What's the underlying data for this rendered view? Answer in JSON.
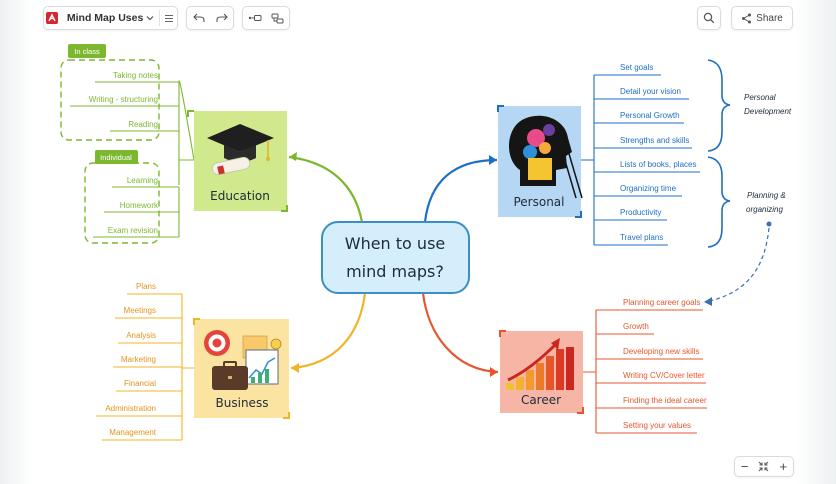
{
  "toolbar": {
    "doc_title": "Mind Map Uses",
    "share_label": "Share",
    "icons": [
      "app-logo-icon",
      "chevron-down-icon",
      "hamburger-menu-icon",
      "undo-icon",
      "redo-icon",
      "insert-node-icon",
      "layout-icon",
      "search-icon",
      "share-icon"
    ]
  },
  "zoom_controls": {
    "minus": "−",
    "fit": "fit-icon",
    "plus": "+"
  },
  "mindmap": {
    "center": {
      "line1": "When to use",
      "line2": "mind maps?"
    },
    "education": {
      "title": "Education",
      "group1_label": "In class",
      "group1_items": [
        "Taking notes",
        "Writing - structuring",
        "Reading"
      ],
      "group2_label": "Individual",
      "group2_items": [
        "Learning",
        "Homework",
        "Exam revision"
      ]
    },
    "personal": {
      "title": "Personal",
      "items": [
        "Set goals",
        "Detail your vision",
        "Personal Growth",
        "Strengths and skills",
        "Lists of books, places",
        "Organizing time",
        "Productivity",
        "Travel plans"
      ],
      "bracket1_label_line1": "Personal",
      "bracket1_label_line2": "Development",
      "bracket2_label_line1": "Planning &",
      "bracket2_label_line2": "organizing"
    },
    "business": {
      "title": "Business",
      "items": [
        "Plans",
        "Meetings",
        "Analysis",
        "Marketing",
        "Financial",
        "Administration",
        "Management"
      ]
    },
    "career": {
      "title": "Career",
      "items": [
        "Planning career goals",
        "Growth",
        "Developing new skills",
        "Writing CV/Cover letter",
        "Finding the ideal career",
        "Setting  your values"
      ]
    }
  },
  "colors": {
    "education": "#7cb82f",
    "personal": "#1f6fc5",
    "business": "#f0b427",
    "career": "#e4572e",
    "center_fill": "#d4eefb",
    "center_stroke": "#3a8fc4"
  }
}
